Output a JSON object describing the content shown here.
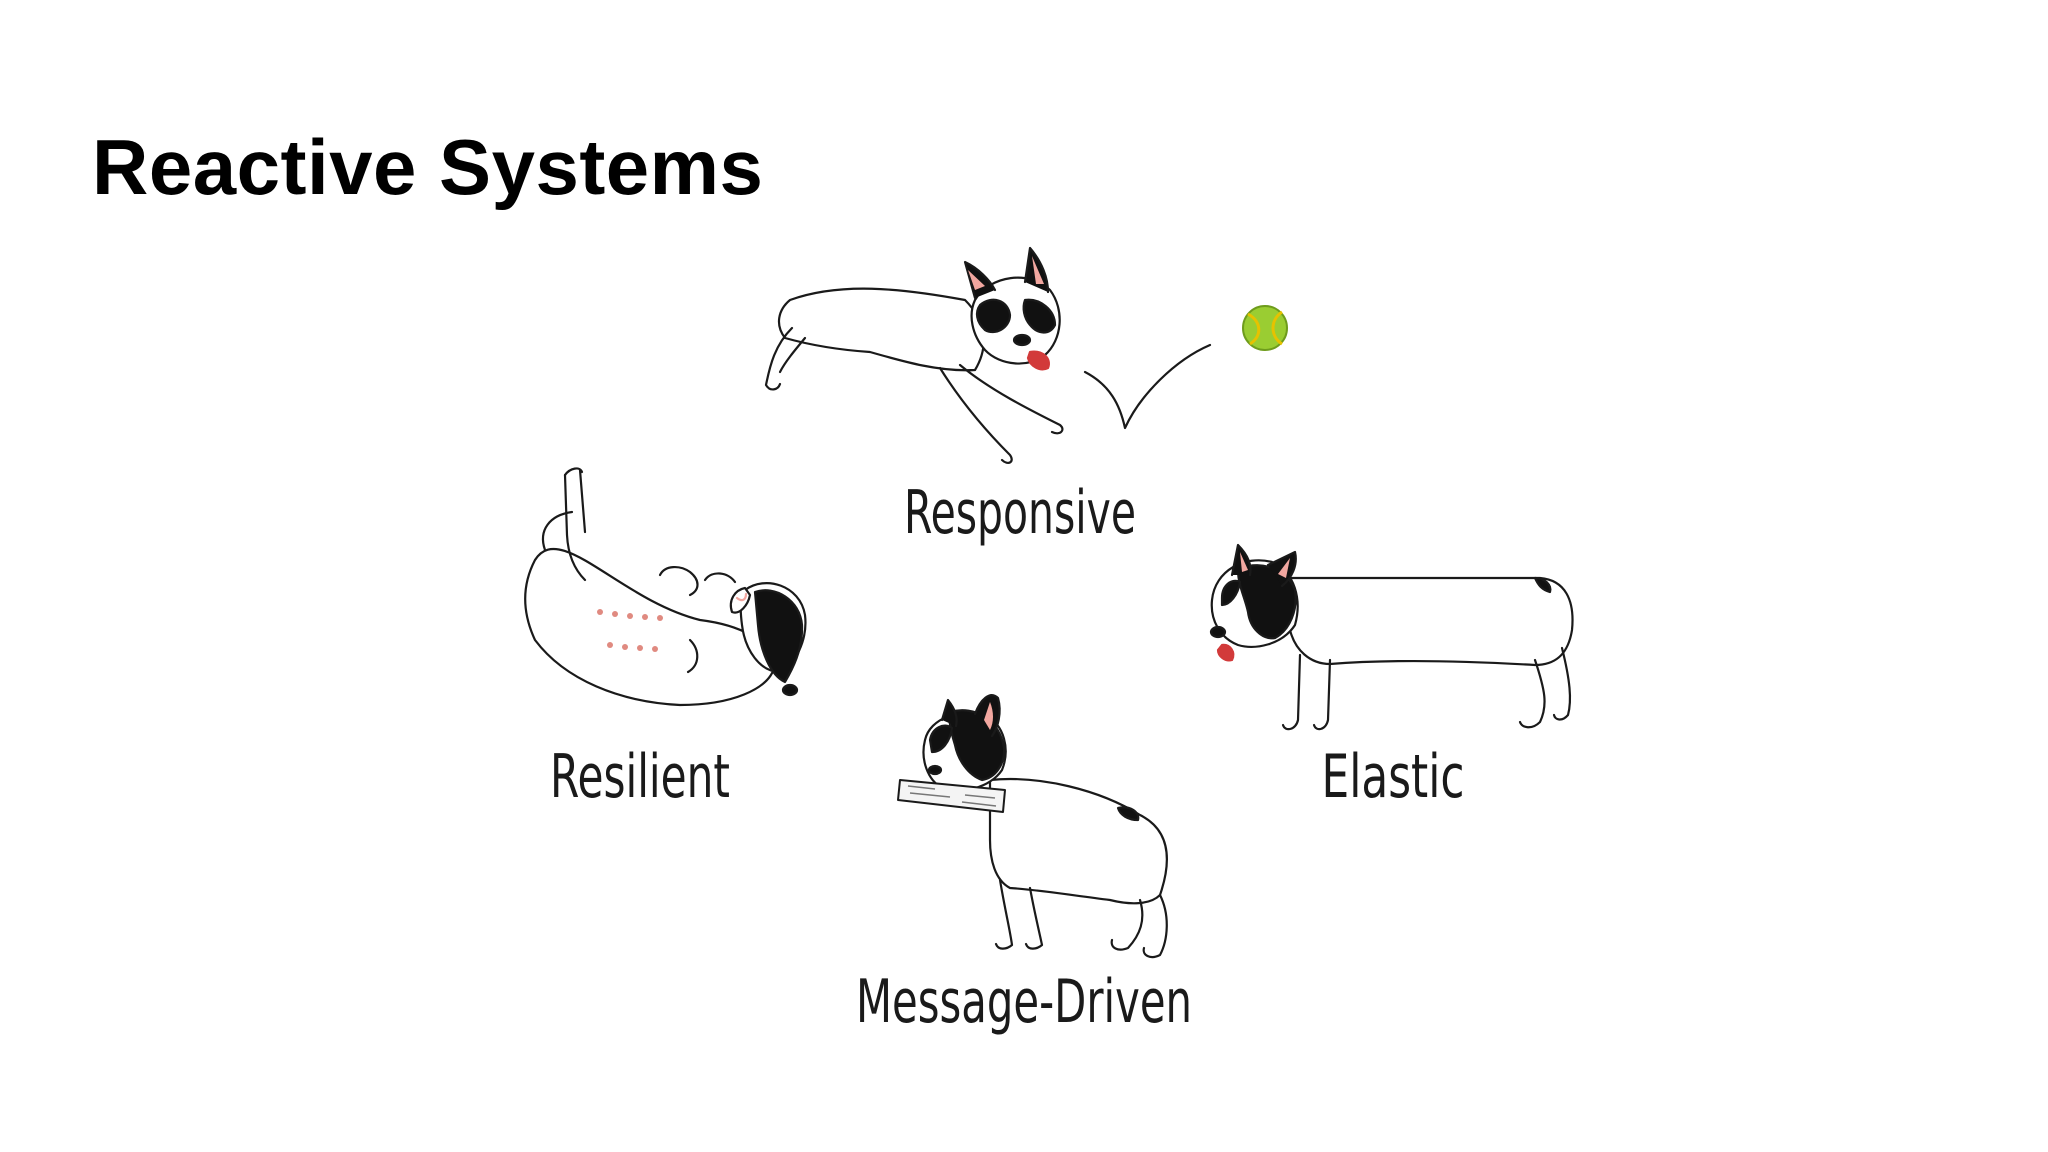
{
  "slide": {
    "title": "Reactive Systems"
  },
  "diagram": {
    "labels": {
      "responsive": "Responsive",
      "resilient": "Resilient",
      "elastic": "Elastic",
      "message_driven": "Message-Driven"
    }
  },
  "colors": {
    "line": "#1a1a1a",
    "patch": "#111111",
    "ear_inner": "#f2a7a0",
    "tongue": "#d23a3a",
    "ball": "#9acd32",
    "ball_seam": "#e6c200",
    "dots": "#e08a80"
  }
}
